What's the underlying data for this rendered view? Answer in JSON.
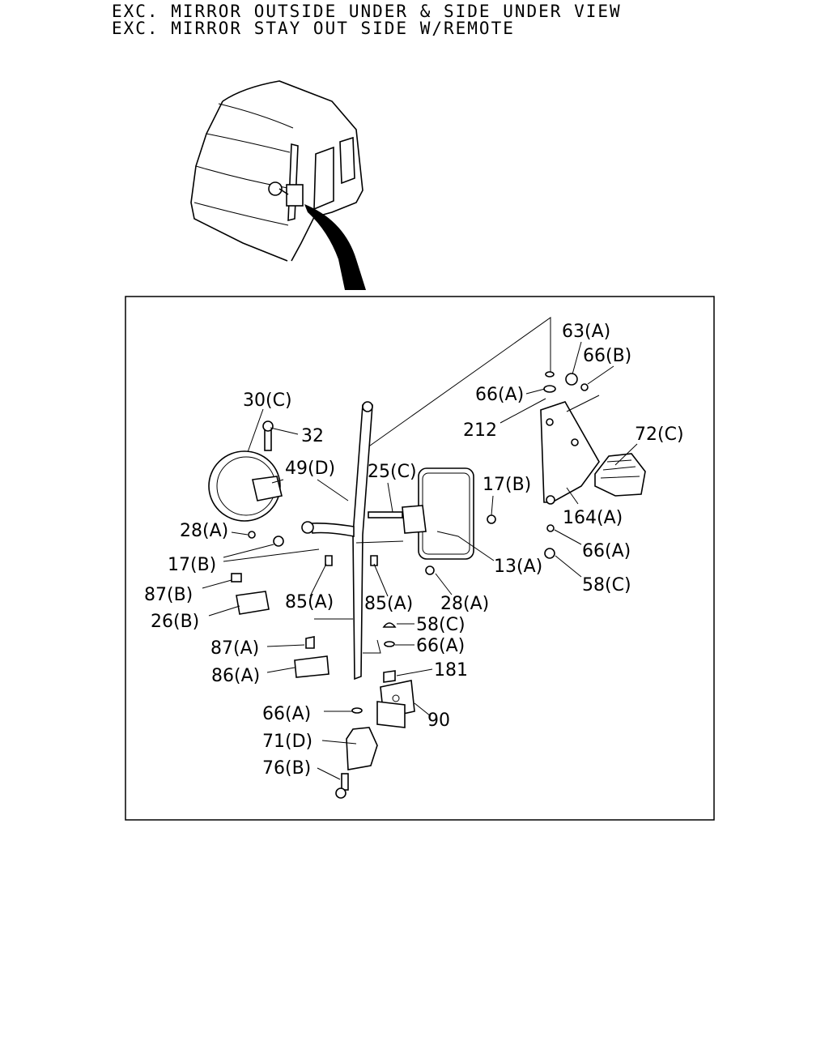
{
  "header": {
    "line1": "EXC. MIRROR OUTSIDE UNDER & SIDE UNDER VIEW",
    "line2": "EXC. MIRROR STAY OUT SIDE W/REMOTE"
  },
  "labels": {
    "l63A": "63(A)",
    "l66B": "66(B)",
    "l66A_top": "66(A)",
    "l212": "212",
    "l72C": "72(C)",
    "l164A": "164(A)",
    "l66A_right": "66(A)",
    "l58C_right": "58(C)",
    "l30C": "30(C)",
    "l32": "32",
    "l49D": "49(D)",
    "l25C": "25(C)",
    "l17B_right": "17(B)",
    "l28A_left": "28(A)",
    "l17B_left": "17(B)",
    "l87B": "87(B)",
    "l85A_left": "85(A)",
    "l85A_right": "85(A)",
    "l13A": "13(A)",
    "l28A_right": "28(A)",
    "l26B": "26(B)",
    "l58C_mid": "58(C)",
    "l66A_mid": "66(A)",
    "l87A": "87(A)",
    "l181": "181",
    "l86A": "86(A)",
    "l90": "90",
    "l66A_bottom": "66(A)",
    "l71D": "71(D)",
    "l76B": "76(B)"
  }
}
